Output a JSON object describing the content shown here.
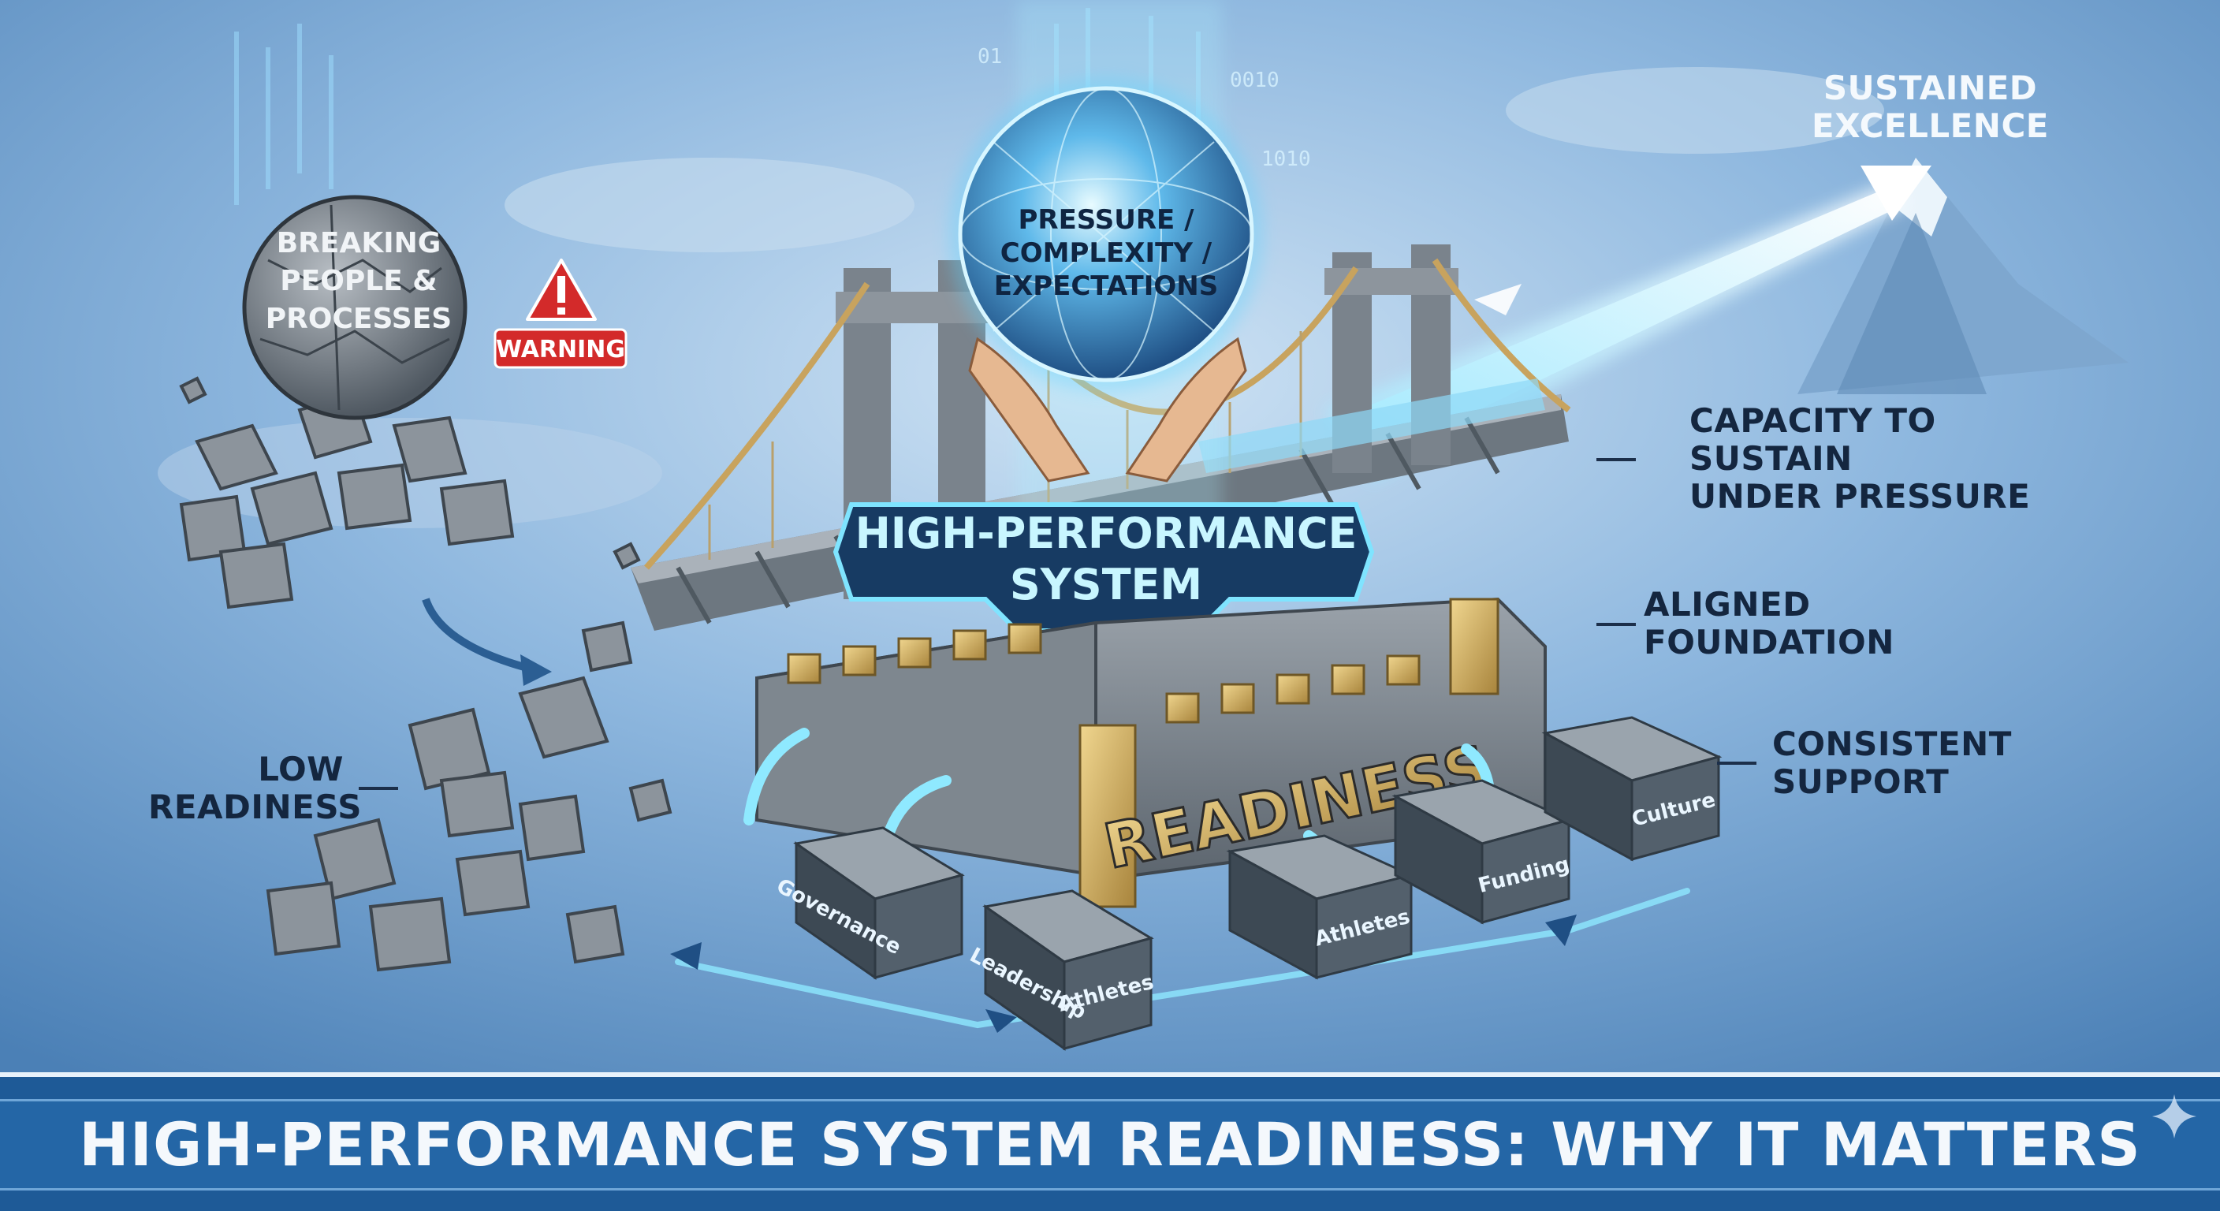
{
  "labels": {
    "sustained_excellence": [
      "SUSTAINED",
      "EXCELLENCE"
    ],
    "pressure_sphere": [
      "PRESSURE /",
      "COMPLEXITY /",
      "EXPECTATIONS"
    ],
    "breaking_sphere": [
      "BREAKING",
      "PEOPLE &",
      "PROCESSES"
    ],
    "warning": "WARNING",
    "high_performance_system": [
      "HIGH-PERFORMANCE",
      "SYSTEM"
    ],
    "capacity": [
      "CAPACITY TO",
      "SUSTAIN",
      "UNDER PRESSURE"
    ],
    "aligned_foundation": [
      "ALIGNED",
      "FOUNDATION"
    ],
    "consistent_support": [
      "CONSISTENT",
      "SUPPORT"
    ],
    "low_readiness": [
      "LOW",
      "READINESS"
    ],
    "readiness": "READINESS",
    "binary_1": "0010",
    "binary_2": "1010",
    "binary_3": "01"
  },
  "blocks": [
    "Governance",
    "Leadership",
    "Athletes",
    "Athletes",
    "Funding",
    "Culture"
  ],
  "banner": {
    "title": "HIGH-PERFORMANCE SYSTEM READINESS: WHY IT MATTERS"
  },
  "colors": {
    "sky": "#5f93c4",
    "glow": "#7fe4ff",
    "stone": "#8c949c",
    "gold": "#c9a95b",
    "warning_red": "#d32a2a",
    "banner_blue": "#2466a6"
  },
  "icons": [
    "warning-icon",
    "sparkle-icon",
    "arrow-icon",
    "mountain-icon",
    "hands-icon"
  ]
}
